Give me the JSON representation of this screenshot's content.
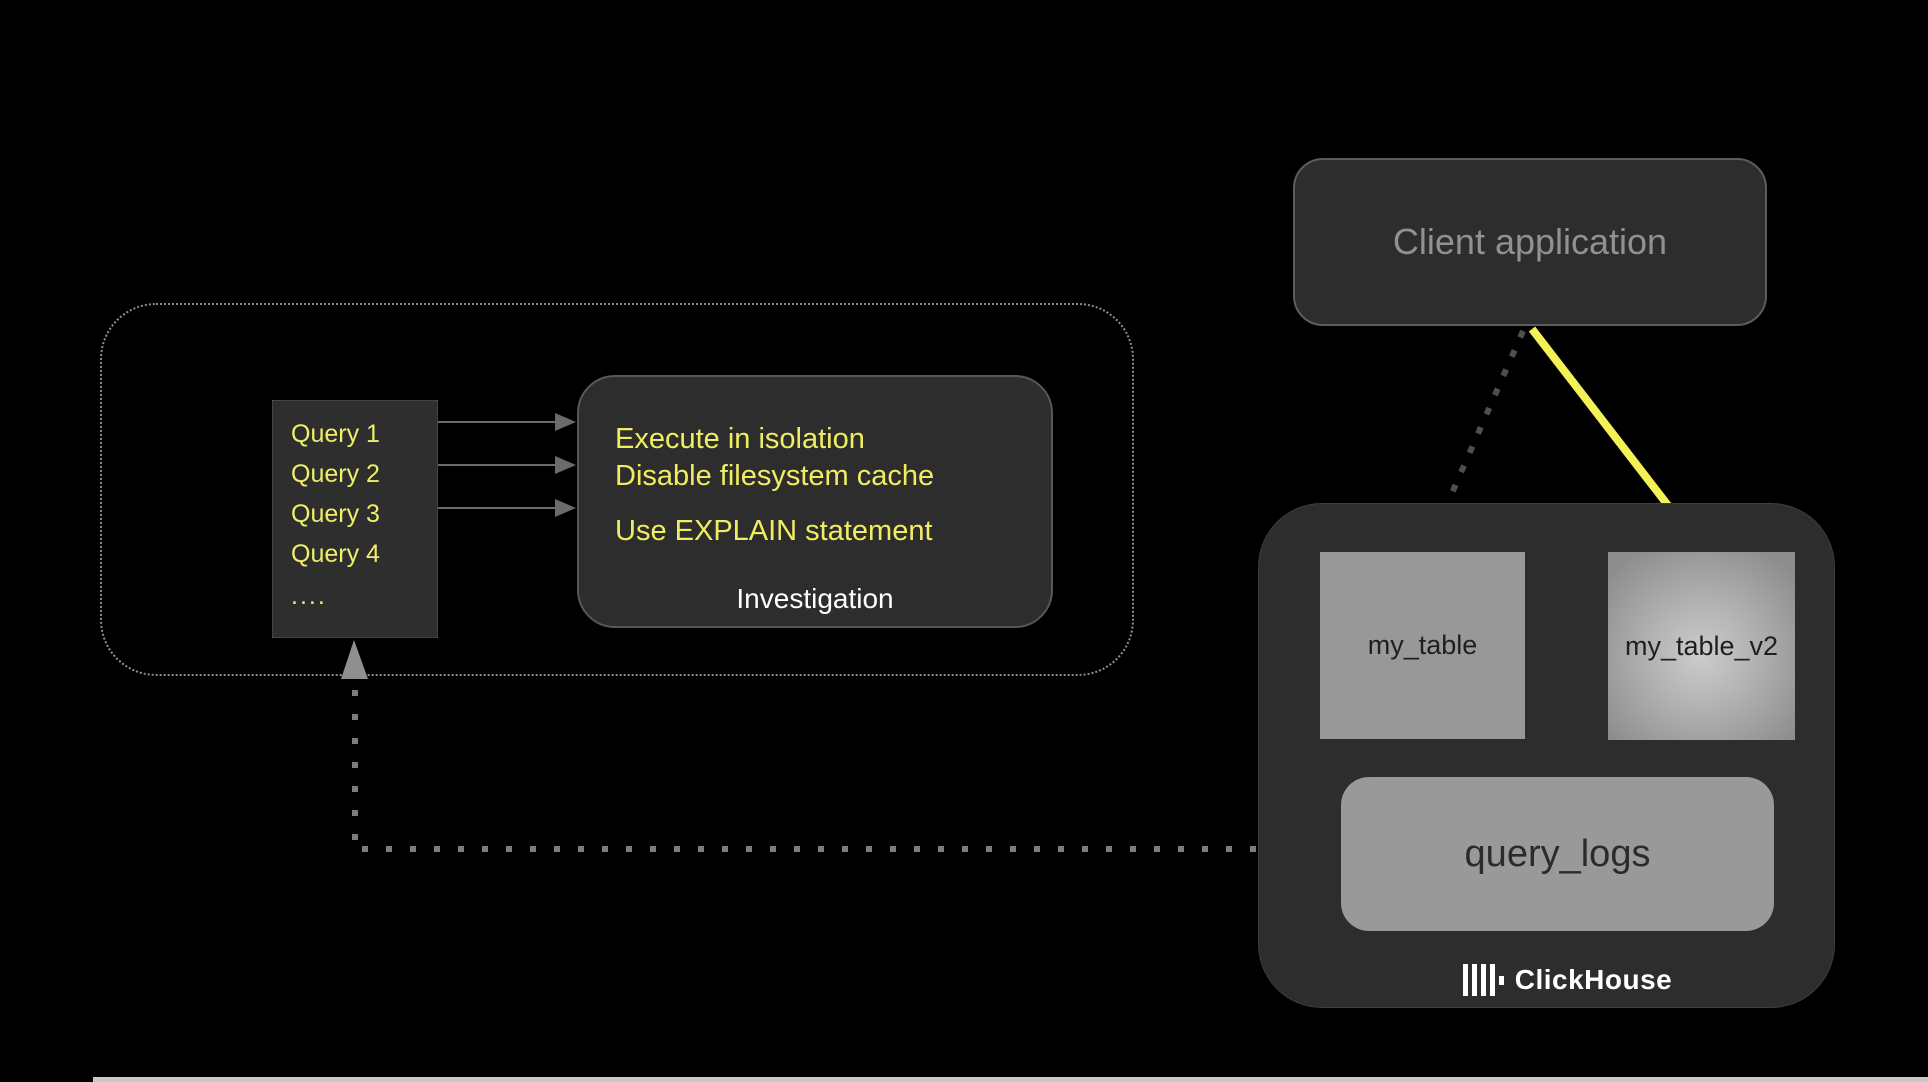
{
  "client_application": {
    "label": "Client application"
  },
  "queries": {
    "items": [
      "Query 1",
      "Query 2",
      "Query 3",
      "Query 4",
      "...."
    ]
  },
  "investigation": {
    "steps": [
      "Execute in isolation",
      "Disable filesystem cache",
      "Use EXPLAIN statement"
    ],
    "caption": "Investigation"
  },
  "clickhouse": {
    "brand": "ClickHouse",
    "tables": {
      "my_table": "my_table",
      "my_table_v2": "my_table_v2",
      "query_logs": "query_logs"
    }
  },
  "colors": {
    "background": "#000000",
    "panel_dark": "#2d2d2d",
    "panel_border": "#5a5a5a",
    "accent_yellow_text": "#f0ee60",
    "accent_yellow_arrow": "#f3f155",
    "gray_node_fill": "#999999",
    "gray_text": "#919191",
    "connector_gray": "#6b6b6b",
    "dotted_gray": "#7d7d7d",
    "bottom_strip": "#c9c9c9"
  }
}
